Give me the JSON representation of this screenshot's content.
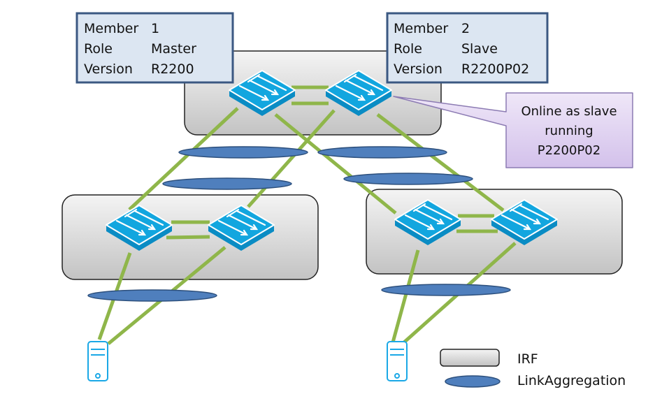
{
  "colors": {
    "link": "#8fb64a",
    "switch": "#0fa2dc",
    "switch_dark": "#0a86bd",
    "aggregation_fill": "#4f7fbd",
    "aggregation_stroke": "#2c4f7c",
    "info_box_fill": "#dce6f2",
    "info_box_stroke": "#3b5882",
    "callout_fill_top": "#ede4f6",
    "callout_fill_bottom": "#d5c3ec",
    "callout_stroke": "#8c7bb3",
    "server": "#1aa8e6"
  },
  "members": [
    {
      "member_label": "Member",
      "member_value": "1",
      "role_label": "Role",
      "role_value": "Master",
      "version_label": "Version",
      "version_value": "R2200"
    },
    {
      "member_label": "Member",
      "member_value": "2",
      "role_label": "Role",
      "role_value": "Slave",
      "version_label": "Version",
      "version_value": "R2200P02"
    }
  ],
  "callout": {
    "lines": [
      "Online as slave",
      "running",
      "P2200P02"
    ]
  },
  "legend": {
    "irf": "IRF",
    "link_aggregation": "LinkAggregation"
  },
  "icons": {
    "switch": "switch-icon",
    "server": "server-icon"
  }
}
